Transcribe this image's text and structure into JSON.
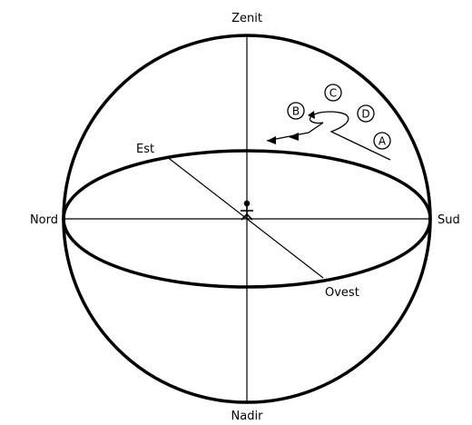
{
  "labels": {
    "zenith": "Zenit",
    "nadir": "Nadir",
    "north": "Nord",
    "south": "Sud",
    "east": "Est",
    "west": "Ovest"
  },
  "path_points": {
    "a": "A",
    "b": "B",
    "c": "C",
    "d": "D"
  },
  "colors": {
    "line": "#000000",
    "background": "#ffffff"
  }
}
